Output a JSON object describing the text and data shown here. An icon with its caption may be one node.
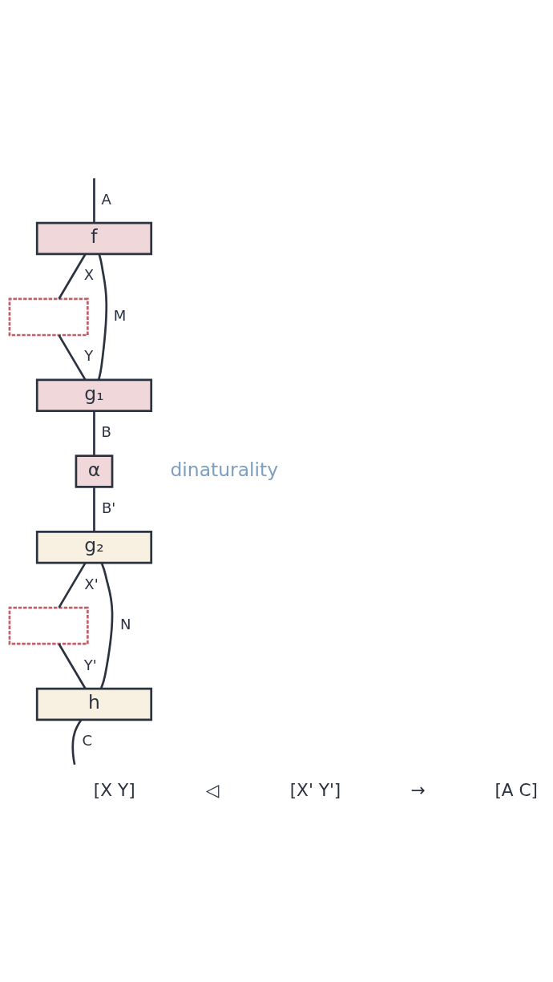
{
  "diagram": {
    "nodes": [
      {
        "text": [
          "f"
        ]
      },
      {
        "text": [],
        "shape": "box"
      },
      {
        "text": [
          "g₁"
        ]
      },
      {
        "text": [
          "α"
        ]
      },
      {
        "text": [
          "g₂"
        ]
      },
      {
        "text": [],
        "shape": "box"
      },
      {
        "text": [
          "h"
        ]
      }
    ],
    "edges": [
      {
        "from": null,
        "to": 0,
        "arrow": "none",
        "label": "A"
      },
      {
        "from": 0,
        "to": 1,
        "arrow": "none",
        "label": "X"
      },
      {
        "from": 1,
        "to": 2,
        "arrow": "none",
        "label": "Y"
      },
      {
        "from": 0,
        "to": 2,
        "arrow": "none",
        "label": "M"
      },
      {
        "from": 2,
        "to": 3,
        "arrow": "none",
        "label": "B"
      },
      {
        "from": 3,
        "to": 4,
        "arrow": "none",
        "label": "B'"
      },
      {
        "from": 4,
        "to": 5,
        "arrow": "none",
        "label": "X'"
      },
      {
        "from": 5,
        "to": 6,
        "arrow": "none",
        "label": "Y'"
      },
      {
        "from": 4,
        "to": 6,
        "arrow": "none",
        "label": "N"
      },
      {
        "from": 6,
        "to": null,
        "arrow": "none",
        "label": "C"
      }
    ],
    "labels": [
      "dinaturality",
      "[X Y]",
      "◁",
      "[X' Y']",
      "→",
      "[A C]"
    ]
  }
}
